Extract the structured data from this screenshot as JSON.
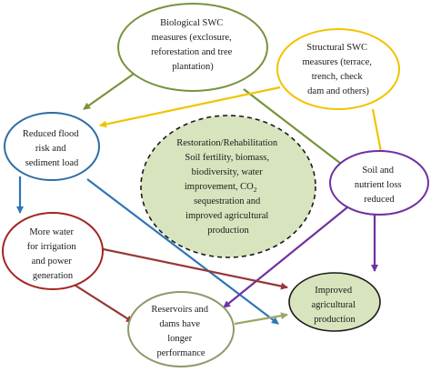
{
  "colors": {
    "green_border": "#77933c",
    "yellow_border": "#f2c300",
    "blue_border": "#2e6da4",
    "red_border": "#a32621",
    "purple_border": "#7030a0",
    "tan_border": "#8e9a6b",
    "center_fill": "#d7e4bd",
    "improved_fill": "#d7e4bd",
    "arrow_green": "#77933c",
    "arrow_yellow": "#f2c300",
    "arrow_blue": "#2e75b6",
    "arrow_purple": "#7030a0",
    "arrow_red": "#953735",
    "arrow_olive": "#9ba866"
  },
  "nodes": {
    "biological": [
      "Biological SWC",
      "measures (exclosure,",
      "reforestation and tree",
      "plantation)"
    ],
    "structural": [
      "Structural SWC",
      "measures (terrace,",
      "trench, check",
      "dam and others)"
    ],
    "flood": [
      "Reduced flood",
      "risk and",
      "sediment load"
    ],
    "soil": [
      "Soil and",
      "nutrient loss",
      "reduced"
    ],
    "water": [
      "More water",
      "for irrigation",
      "and power",
      "generation"
    ],
    "reservoirs": [
      "Reservoirs and",
      "dams have",
      "longer",
      "performance"
    ],
    "improved": [
      "Improved",
      "agricultural",
      "production"
    ],
    "center": [
      "Restoration/Rehabilitation",
      "Soil fertility, biomass,",
      "biodiversity, water",
      "improvement, CO",
      "sequestration and",
      "improved agricultural",
      "production"
    ],
    "co2_subscript": "2"
  }
}
